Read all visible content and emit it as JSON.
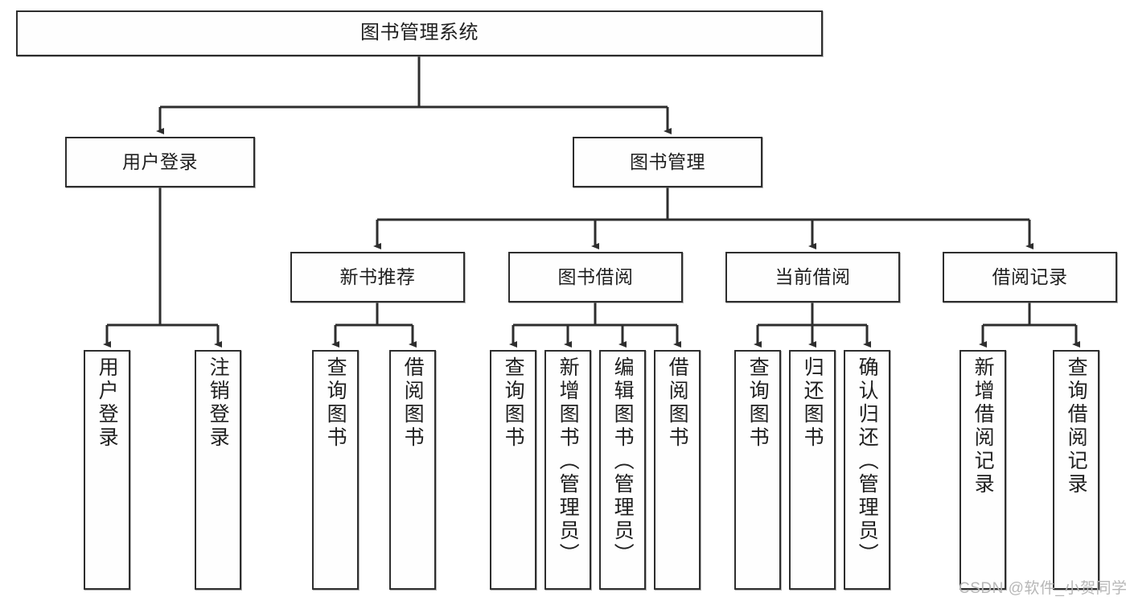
{
  "diagram": {
    "title": "图书管理系统",
    "type": "tree-hierarchy",
    "watermark": "CSDN @软件_小贺同学",
    "colors": {
      "stroke": "#2e2e2e",
      "fill": "#fefefe",
      "text": "#1f1f1f",
      "background": "#ffffff",
      "watermark": "#b7b7b7"
    },
    "root": {
      "label": "图书管理系统"
    },
    "level1": [
      {
        "label": "用户登录"
      },
      {
        "label": "图书管理"
      }
    ],
    "level2": [
      {
        "label": "新书推荐"
      },
      {
        "label": "图书借阅"
      },
      {
        "label": "当前借阅"
      },
      {
        "label": "借阅记录"
      }
    ],
    "leaves": {
      "user_login": [
        {
          "label": "用户登录"
        },
        {
          "label": "注销登录"
        }
      ],
      "new_book_recommend": [
        {
          "label": "查询图书"
        },
        {
          "label": "借阅图书"
        }
      ],
      "book_borrow": [
        {
          "label": "查询图书"
        },
        {
          "label": "新增图书（管理员）"
        },
        {
          "label": "编辑图书（管理员）"
        },
        {
          "label": "借阅图书"
        }
      ],
      "current_borrow": [
        {
          "label": "查询图书"
        },
        {
          "label": "归还图书"
        },
        {
          "label": "确认归还（管理员）"
        }
      ],
      "borrow_record": [
        {
          "label": "新增借阅记录"
        },
        {
          "label": "查询借阅记录"
        }
      ]
    }
  }
}
